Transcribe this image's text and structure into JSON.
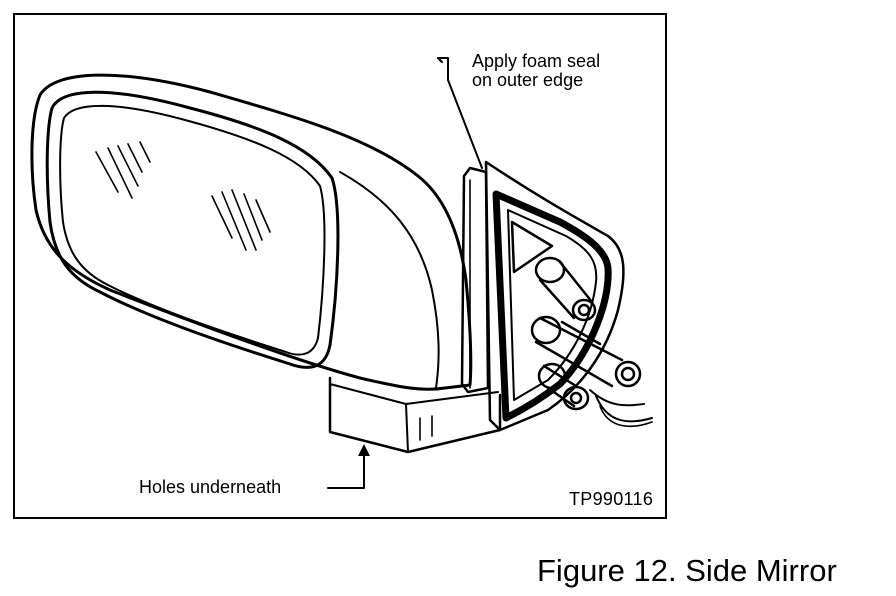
{
  "callouts": {
    "foam_seal_line1": "Apply foam seal",
    "foam_seal_line2": "on outer edge",
    "holes": "Holes underneath"
  },
  "figure_code": "TP990116",
  "caption": "Figure 12. Side Mirror"
}
